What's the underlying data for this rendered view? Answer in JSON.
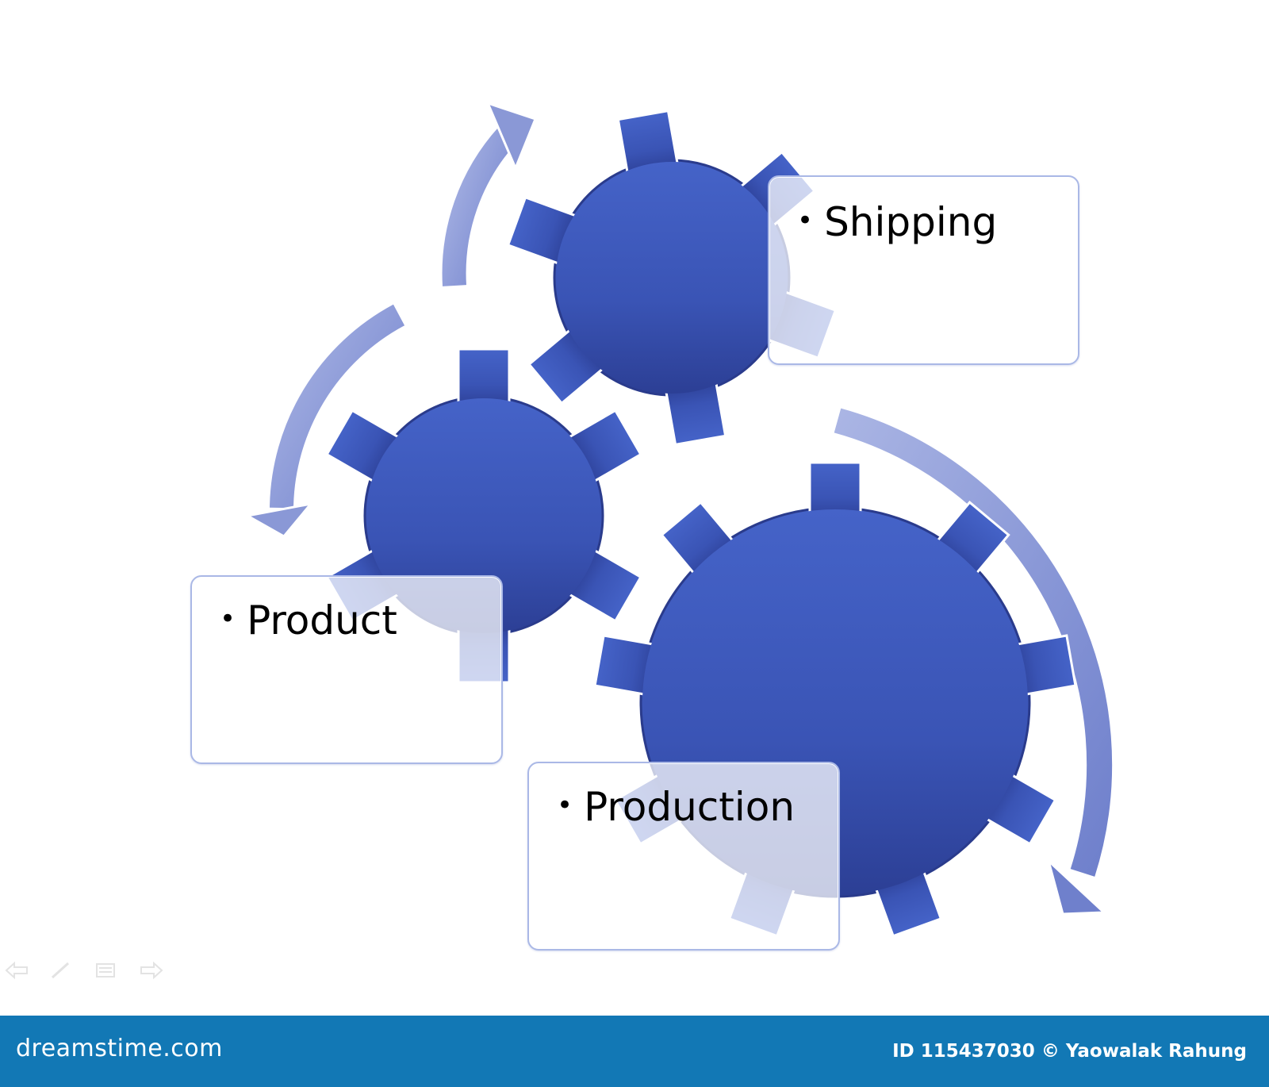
{
  "diagram": {
    "items": [
      {
        "label": "Shipping"
      },
      {
        "label": "Product"
      },
      {
        "label": "Production"
      }
    ]
  },
  "colors": {
    "gear": "#3a54b5",
    "gear_dark": "#2c3f95",
    "arrow": "#8a98d6",
    "box_border": "#aab8e6",
    "footer": "#1278b5"
  },
  "footer": {
    "brand": "dreamstime.com",
    "credit": "ID 115437030 © Yaowalak Rahung"
  }
}
